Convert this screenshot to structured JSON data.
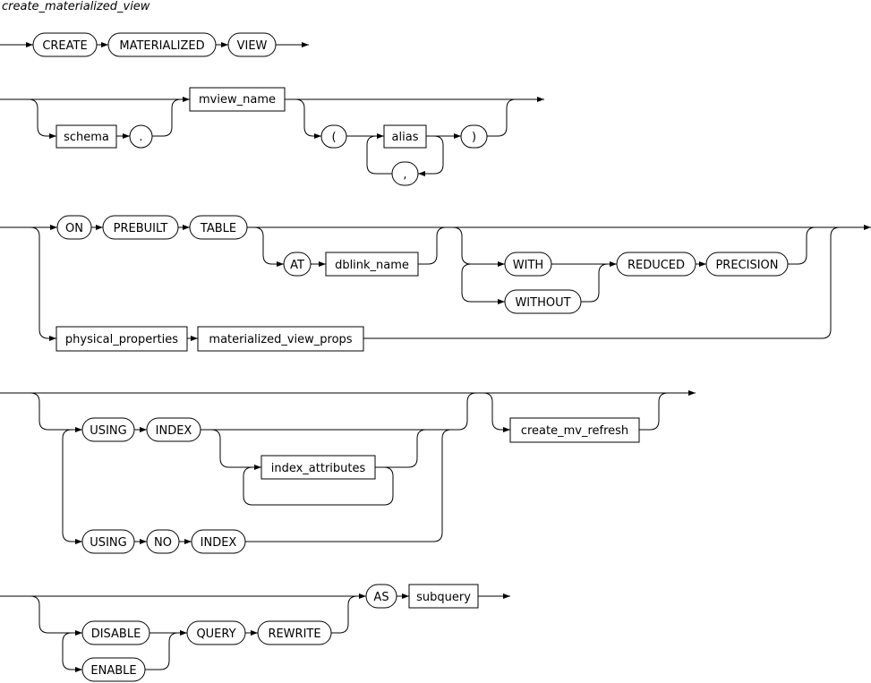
{
  "title": "create_materialized_view",
  "nodes": {
    "create": "CREATE",
    "materialized": "MATERIALIZED",
    "view": "VIEW",
    "schema": "schema",
    "dot": ".",
    "mview_name": "mview_name",
    "lparen": "(",
    "alias": "alias",
    "comma": ",",
    "rparen": ")",
    "on": "ON",
    "prebuilt": "PREBUILT",
    "table": "TABLE",
    "at": "AT",
    "dblink_name": "dblink_name",
    "with": "WITH",
    "without": "WITHOUT",
    "reduced": "REDUCED",
    "precision": "PRECISION",
    "physical_properties": "physical_properties",
    "materialized_view_props": "materialized_view_props",
    "using1": "USING",
    "index1": "INDEX",
    "index_attributes": "index_attributes",
    "using2": "USING",
    "no": "NO",
    "index2": "INDEX",
    "create_mv_refresh": "create_mv_refresh",
    "disable": "DISABLE",
    "enable": "ENABLE",
    "query": "QUERY",
    "rewrite": "REWRITE",
    "as": "AS",
    "subquery": "subquery"
  },
  "node_kinds": {
    "keyword": "rounded",
    "nonterminal": "rectangle"
  }
}
